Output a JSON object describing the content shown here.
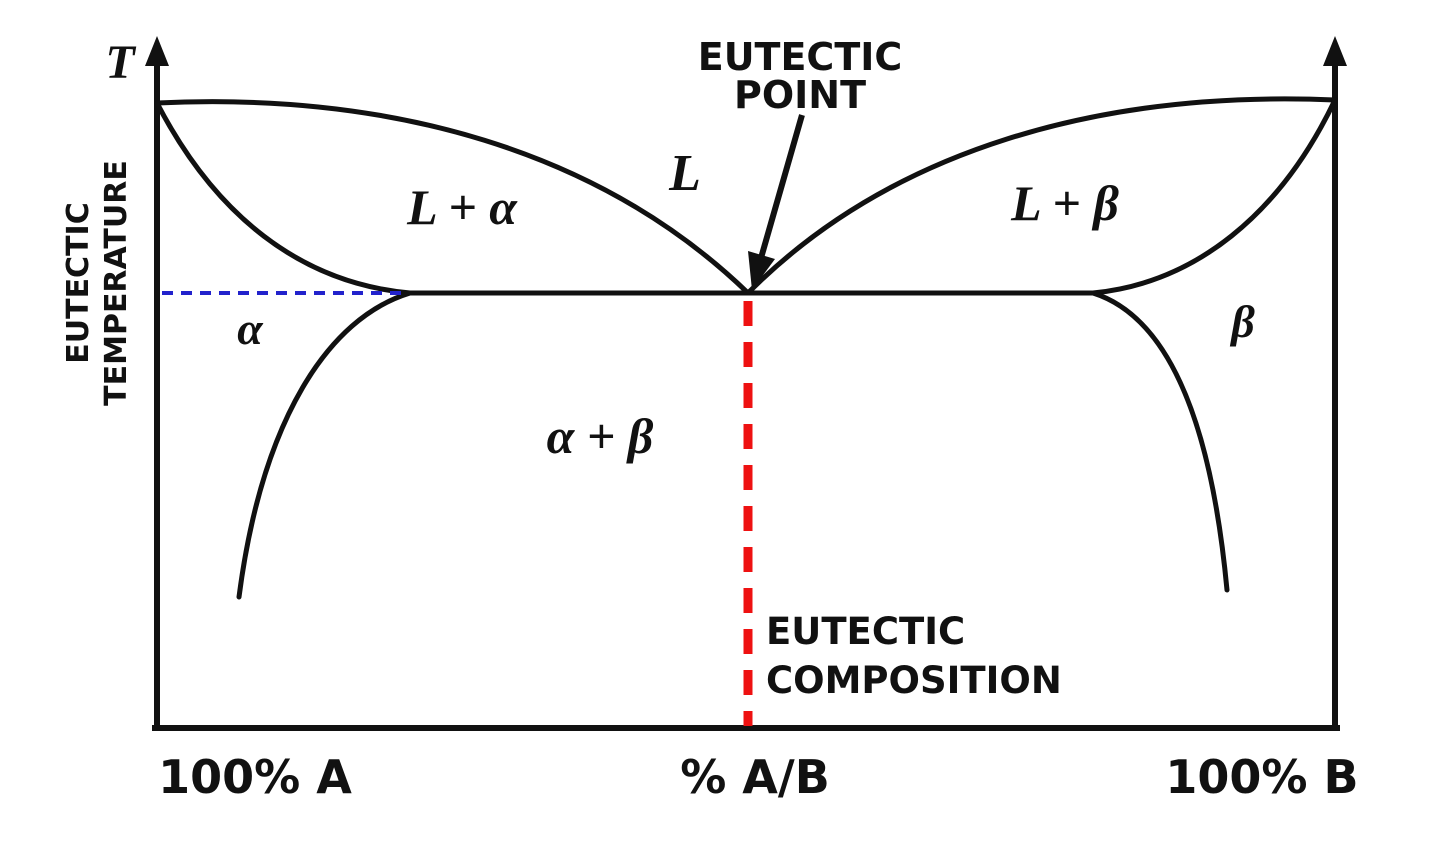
{
  "diagram": {
    "type": "eutectic-phase-diagram",
    "axis": {
      "temperature_label": "T",
      "x_left": "100% A",
      "x_center": "% A/B",
      "x_right": "100% B"
    },
    "regions": {
      "liquid": "L",
      "liquid_plus_alpha": "L + α",
      "liquid_plus_beta": "L + β",
      "alpha": "α",
      "beta": "β",
      "alpha_plus_beta": "α + β"
    },
    "annotations": {
      "eutectic_point": {
        "line1": "EUTECTIC",
        "line2": "POINT"
      },
      "eutectic_temperature": {
        "line1": "EUTECTIC",
        "line2": "TEMPERATURE"
      },
      "eutectic_composition": {
        "line1": "EUTECTIC",
        "line2": "COMPOSITION"
      }
    },
    "colors": {
      "line": "#111111",
      "eutectic_temperature": "#2222cc",
      "eutectic_composition": "#ee1111",
      "background": "#ffffff"
    }
  }
}
